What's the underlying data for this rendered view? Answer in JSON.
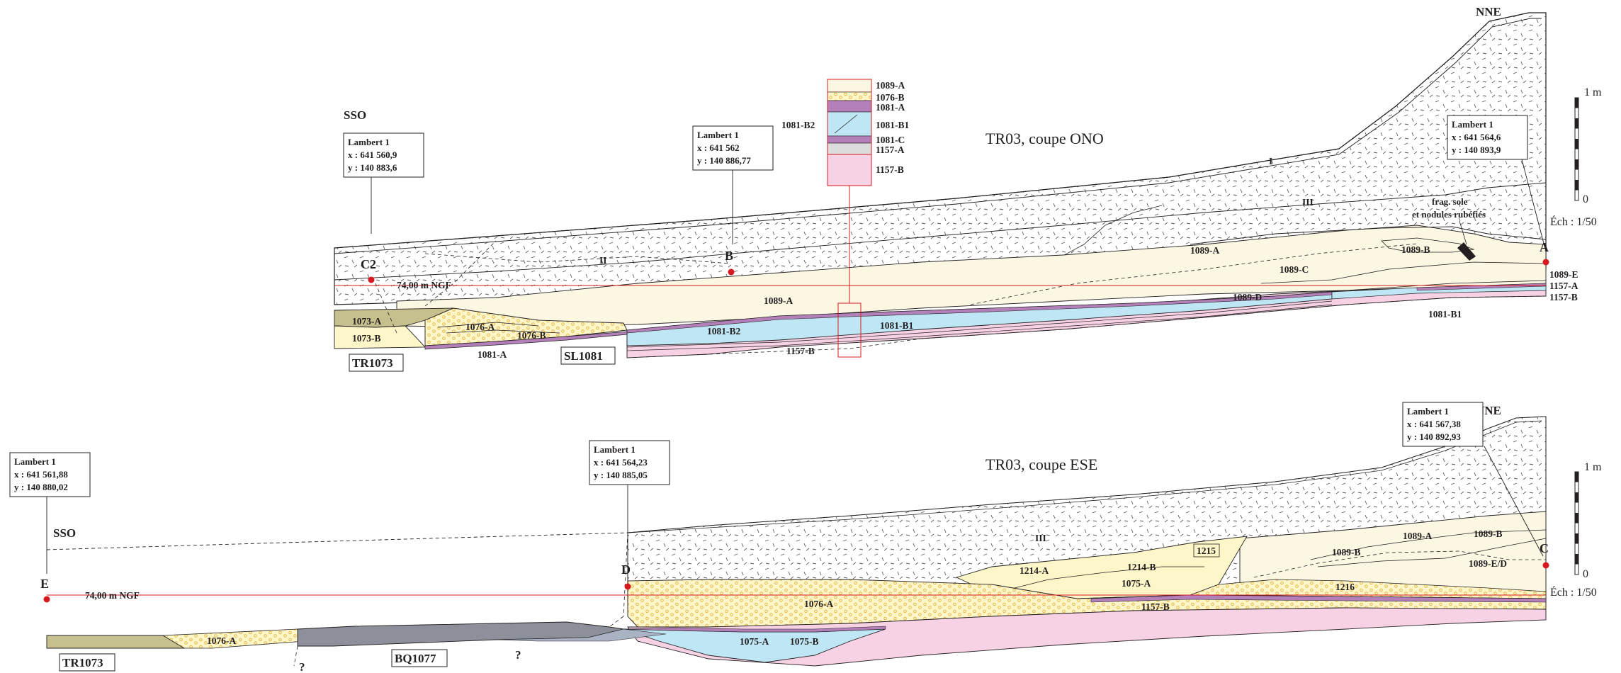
{
  "section_top": {
    "title": "TR03, coupe ONO",
    "dir_left": "SSO",
    "dir_right": "NNE",
    "ngf_label": "74,00 m NGF",
    "points": {
      "c2": "C2",
      "b": "B",
      "a": "A"
    },
    "callouts": [
      {
        "l1": "Lambert 1",
        "l2": "x : 641 560,9",
        "l3": "y : 140 883,6"
      },
      {
        "l1": "Lambert 1",
        "l2": "x : 641 562",
        "l3": "y : 140 886,77"
      },
      {
        "l1": "Lambert 1",
        "l2": "x : 641 564,6",
        "l3": "y : 140 893,9"
      }
    ],
    "roman": {
      "i": "I",
      "ii": "II",
      "iii": "III"
    },
    "frag_note": {
      "l1": "frag. sole",
      "l2": "et nodules rubéfiés"
    },
    "units": {
      "u1089a": "1089-A",
      "u1089a2": "1089-A",
      "u1089b": "1089-B",
      "u1089c": "1089-C",
      "u1089d": "1089-D",
      "u1089e": "1089-E",
      "u1157a": "1157-A",
      "u1157b": "1157-B",
      "u1157b2": "1157-B",
      "u1081b1": "1081-B1",
      "u1081b1r": "1081-B1",
      "u1081b2": "1081-B2",
      "u1081a": "1081-A",
      "u1076a": "1076-A",
      "u1076b": "1076-B",
      "u1073a": "1073-A",
      "u1073b": "1073-B"
    },
    "structures": {
      "tr": "TR1073",
      "sl": "SL1081"
    },
    "legend_column": {
      "c1": "1089-A",
      "c2": "1076-B",
      "c3": "1081-A",
      "c4": "1081-B1",
      "c5": "1081-C",
      "c6": "1157-A",
      "c7": "1157-B",
      "side": "1081-B2"
    },
    "scale": {
      "top": "1 m",
      "zero": "0",
      "ech": "Éch : 1/50"
    }
  },
  "section_bottom": {
    "title": "TR03, coupe ESE",
    "dir_left": "SSO",
    "dir_right": "NNE",
    "ngf_label": "74,00 m NGF",
    "points": {
      "e": "E",
      "d": "D",
      "c": "C"
    },
    "callouts": [
      {
        "l1": "Lambert 1",
        "l2": "x : 641 561,88",
        "l3": "y : 140 880,02"
      },
      {
        "l1": "Lambert 1",
        "l2": "x : 641 564,23",
        "l3": "y : 140 885,05"
      },
      {
        "l1": "Lambert 1",
        "l2": "x : 641 567,38",
        "l3": "y : 140 892,93"
      }
    ],
    "roman": {
      "iii": "III"
    },
    "units": {
      "u1076a": "1076-A",
      "u1076a2": "1076-A",
      "u1075a": "1075-A",
      "u1075a2": "1075-A",
      "u1075b": "1075-B",
      "u1157b": "1157-B",
      "u1214a": "1214-A",
      "u1214b": "1214-B",
      "u1215": "1215",
      "u1216": "1216",
      "u1089a": "1089-A",
      "u1089b": "1089-B",
      "u1089b2": "1089-B",
      "u1089ed": "1089-E/D"
    },
    "unknown": "?",
    "structures": {
      "tr": "TR1073",
      "bq": "BQ1077"
    },
    "scale": {
      "top": "1 m",
      "zero": "0",
      "ech": "Éch : 1/50"
    }
  },
  "colors": {
    "loam": "#fcf7e3",
    "pale_yellow": "#fdf6c9",
    "dots": "#e8b23a",
    "blue": "#bfe6f4",
    "purple": "#b380b9",
    "pink": "#f7d2e4",
    "olive": "#c6c08f",
    "grey_slate": "#8d909b",
    "red": "#d71920"
  }
}
